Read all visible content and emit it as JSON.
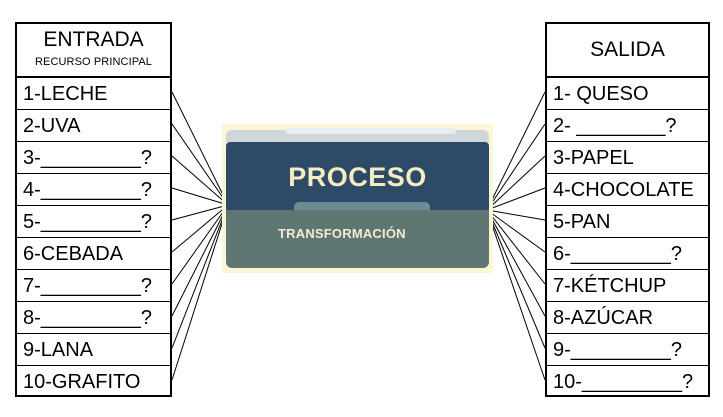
{
  "input_table": {
    "title": "ENTRADA",
    "subtitle": "RECURSO PRINCIPAL",
    "items": [
      "1-LECHE",
      "2-UVA",
      "3-_________?",
      "4-_________?",
      "5-_________?",
      "6-CEBADA",
      "7-_________?",
      "8-_________?",
      "9-LANA",
      "10-GRAFITO"
    ]
  },
  "process": {
    "title": "PROCESO",
    "subtitle": "TRANSFORMACIÓN"
  },
  "output_table": {
    "title": "SALIDA",
    "items": [
      "1- QUESO",
      "2- ________?",
      "3-PAPEL",
      "4-CHOCOLATE",
      "5-PAN",
      "6-_________?",
      "7-KÉTCHUP",
      "8-AZÚCAR",
      "9-_________?",
      "10-_________?"
    ]
  },
  "colors": {
    "process_top": "#2d4a67",
    "process_bottom": "#5f7673",
    "process_background": "#fbf7d6",
    "process_text": "#f6ecc3"
  }
}
